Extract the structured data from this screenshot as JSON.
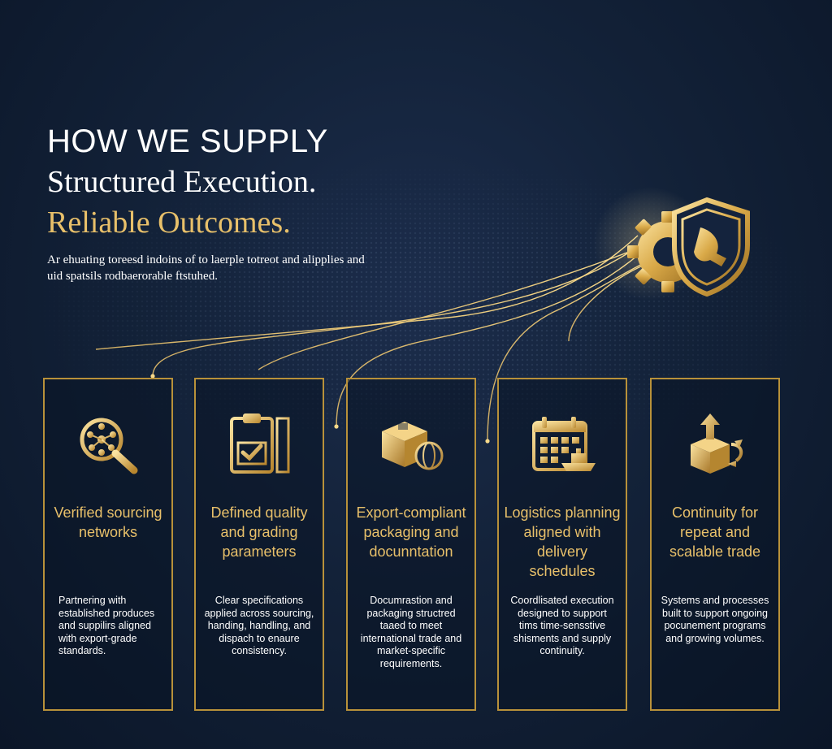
{
  "header": {
    "kicker": "HOW WE SUPPLY",
    "headline": "Structured Execution.",
    "headline_accent": "Reliable Outcomes.",
    "intro": "Ar ehuating toreesd indoins of to laerple totreot and alipplies and uid spatsils rodbaerorable ftstuhed."
  },
  "colors": {
    "gold": "#e8c06a",
    "border_gold": "#b8913a",
    "background": "#132239",
    "text": "#ffffff"
  },
  "cards": [
    {
      "icon": "network-magnifier-icon",
      "title": "Verified sourcing networks",
      "body": "Partnering with established produces and suppilirs aligned with export-grade standards."
    },
    {
      "icon": "clipboard-check-ruler-icon",
      "title": "Defined quality and grading parameters",
      "body": "Clear specifications applied across sourcing, handing, handling, and dispach to enaure consistency."
    },
    {
      "icon": "box-globe-icon",
      "title": "Export-compliant packaging and docunntation",
      "body": "Documrastion and packaging structred taaed to meet international trade and market-specific requirements."
    },
    {
      "icon": "calendar-ship-icon",
      "title": "Logistics planning aligned with delivery schedules",
      "body": "Coordlisated execution designed to support tims time-sensstive shisments and supply continuity."
    },
    {
      "icon": "box-arrows-icon",
      "title": "Continuity for repeat and scalable trade",
      "body": "Systems and processes built to support ongoing pocunement programs and growing volumes."
    }
  ],
  "emblem": "shield-gear-icon"
}
